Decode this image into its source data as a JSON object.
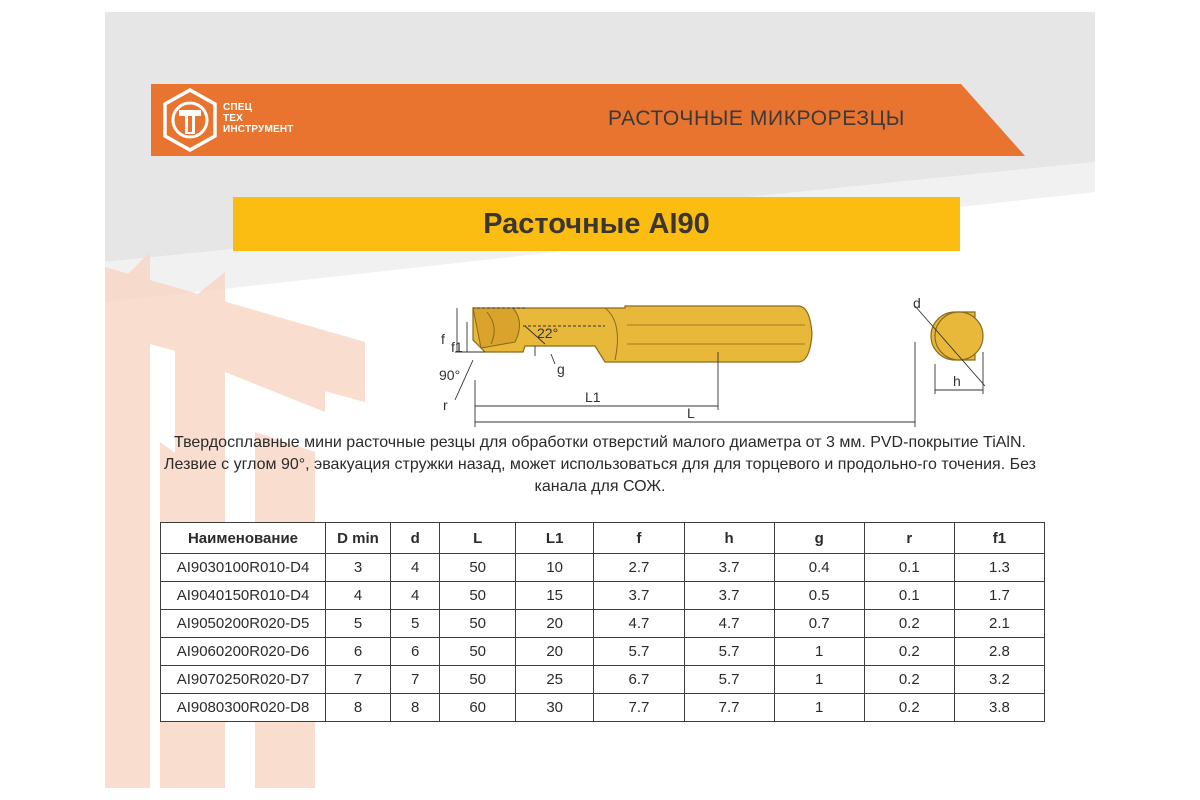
{
  "brand": {
    "logo_lines": [
      "СПЕЦ",
      "ТЕХ",
      "ИНСТРУМЕНТ"
    ]
  },
  "header": {
    "title": "РАСТОЧНЫЕ МИКРОРЕЗЦЫ"
  },
  "banner": {
    "title": "Расточные AI90"
  },
  "drawing": {
    "labels": {
      "f": "f",
      "f1": "f1",
      "angle_22": "22°",
      "angle_90": "90°",
      "g": "g",
      "r": "r",
      "L1": "L1",
      "L": "L",
      "d": "d",
      "h": "h"
    }
  },
  "description": "Твердосплавные мини расточные резцы для обработки отверстий малого диаметра от 3 мм. PVD-покрытие TiAlN. Лезвие с углом 90°, эвакуация стружки назад, может использоваться для для торцевого и продольно-го точения. Без канала для СОЖ.",
  "table": {
    "headers": [
      "Наименование",
      "D min",
      "d",
      "L",
      "L1",
      "f",
      "h",
      "g",
      "r",
      "f1"
    ],
    "rows": [
      [
        "AI9030100R010-D4",
        "3",
        "4",
        "50",
        "10",
        "2.7",
        "3.7",
        "0.4",
        "0.1",
        "1.3"
      ],
      [
        "AI9040150R010-D4",
        "4",
        "4",
        "50",
        "15",
        "3.7",
        "3.7",
        "0.5",
        "0.1",
        "1.7"
      ],
      [
        "AI9050200R020-D5",
        "5",
        "5",
        "50",
        "20",
        "4.7",
        "4.7",
        "0.7",
        "0.2",
        "2.1"
      ],
      [
        "AI9060200R020-D6",
        "6",
        "6",
        "50",
        "20",
        "5.7",
        "5.7",
        "1",
        "0.2",
        "2.8"
      ],
      [
        "AI9070250R020-D7",
        "7",
        "7",
        "50",
        "25",
        "6.7",
        "5.7",
        "1",
        "0.2",
        "3.2"
      ],
      [
        "AI9080300R020-D8",
        "8",
        "8",
        "60",
        "30",
        "7.7",
        "7.7",
        "1",
        "0.2",
        "3.8"
      ]
    ]
  },
  "colors": {
    "header_orange": "#e87430",
    "banner_yellow": "#fcbd12",
    "tool_gold": "#e8b83a",
    "holder_gray": "#6e6e6e"
  }
}
